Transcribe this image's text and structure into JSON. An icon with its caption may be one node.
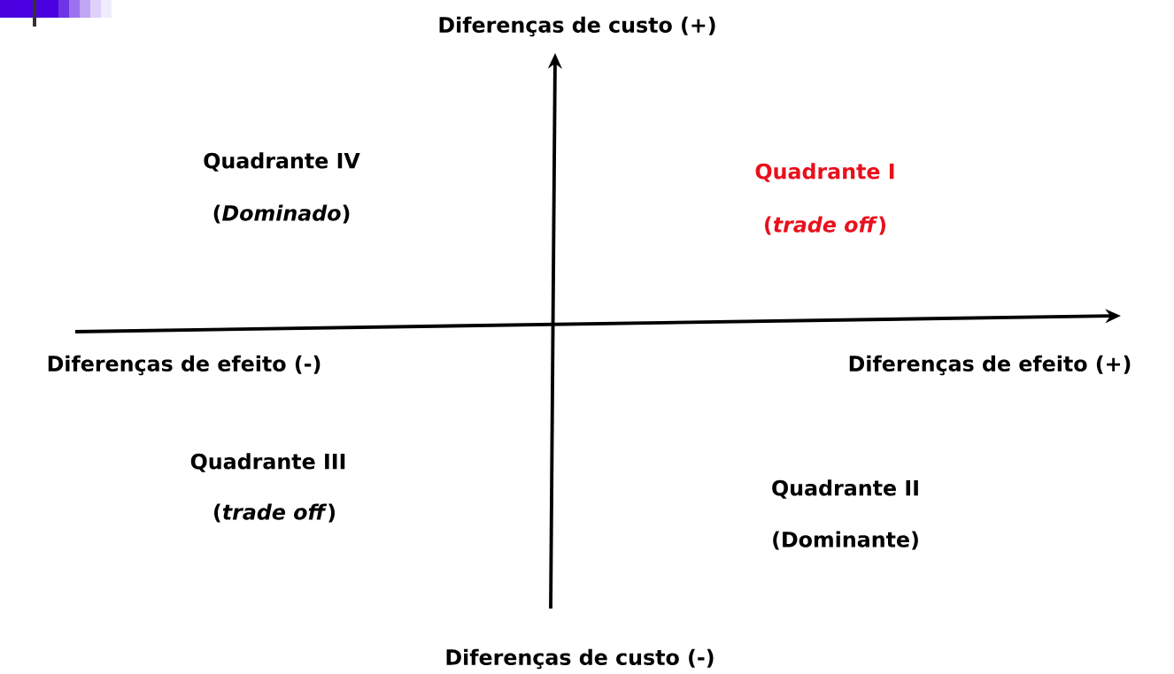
{
  "diagram": {
    "labels": [
      "Diferenças de custo (+)",
      "Quadrante IV",
      "Quadrante I",
      "(*Dominado*)",
      "(*trade off*)",
      "Diferenças de efeito (-)",
      "Diferenças de efeito (+)",
      "Quadrante III",
      "Quadrante II",
      "(*trade off*)",
      "(Dominante)",
      "Diferenças de custo (-)"
    ]
  }
}
